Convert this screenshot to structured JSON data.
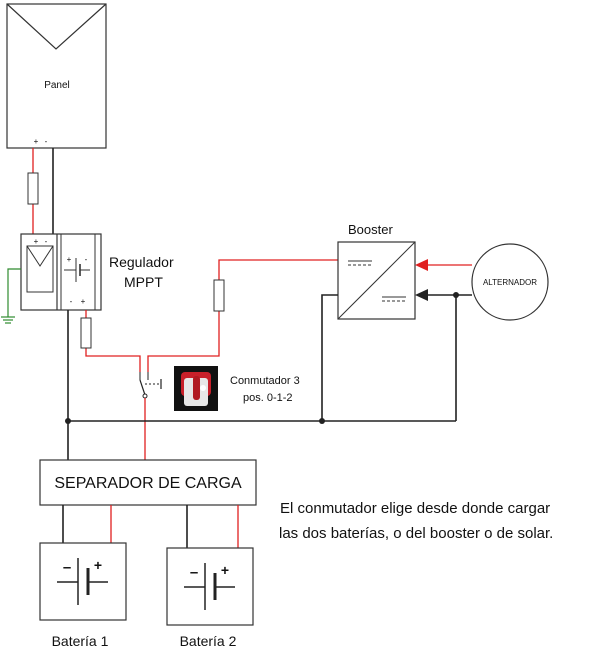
{
  "panel": {
    "label": "Panel",
    "plus": "+",
    "minus": "-"
  },
  "regulator": {
    "line1": "Regulador",
    "line2": "MPPT",
    "pv_plus": "+",
    "pv_minus": "-",
    "bat_minus": "-",
    "bat_plus": "+"
  },
  "booster": {
    "label": "Booster"
  },
  "alternator": {
    "label": "ALTERNADOR"
  },
  "switch": {
    "line1": "Conmutador 3",
    "line2": "pos. 0-1-2"
  },
  "separator": {
    "label": "SEPARADOR DE CARGA"
  },
  "batteries": [
    {
      "label": "Batería 1",
      "minus": "–",
      "plus": "+"
    },
    {
      "label": "Batería 2",
      "minus": "–",
      "plus": "+"
    }
  ],
  "note": {
    "line1": "El conmutador elige desde donde cargar",
    "line2": "las dos baterías, o del booster o de solar."
  },
  "colors": {
    "positive": "#e02020",
    "negative": "#222222",
    "ground": "#2e8b2e",
    "box": "#333333"
  }
}
